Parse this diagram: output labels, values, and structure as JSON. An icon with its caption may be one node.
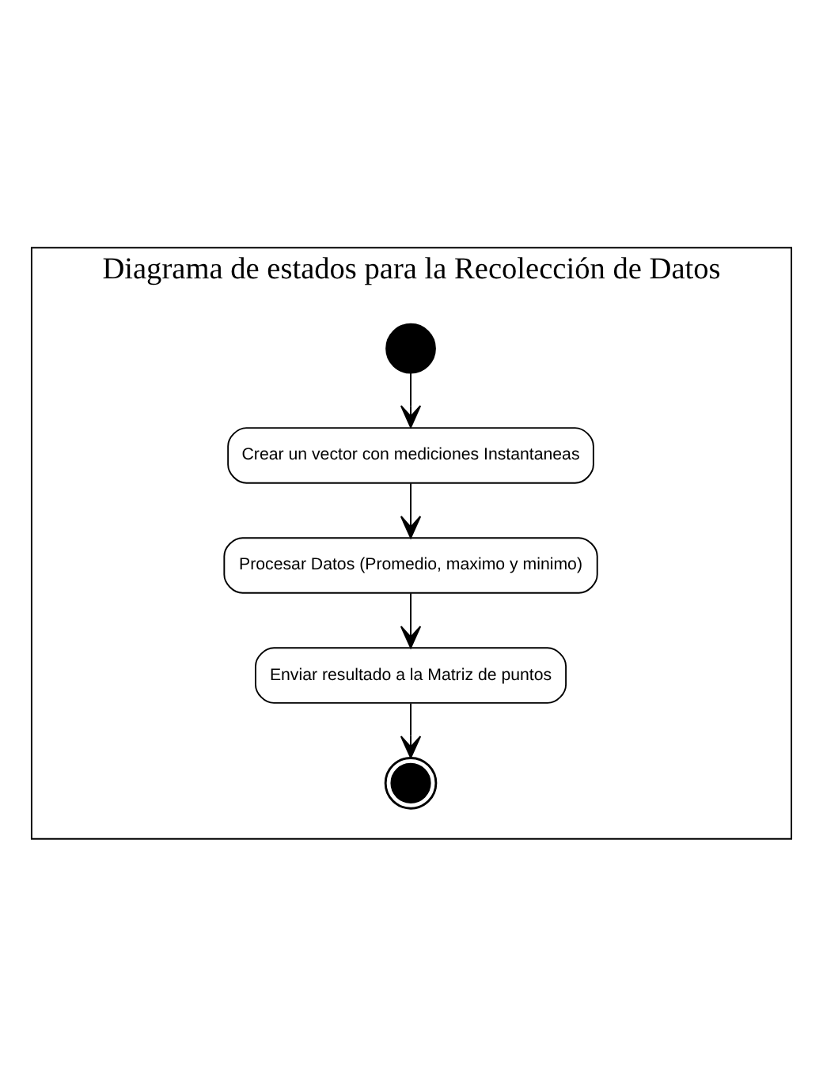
{
  "diagram": {
    "nodes": [
      {
        "text": [
          "Diagrama de estados para la Recolección de Datos"
        ]
      },
      {
        "text": [],
        "shape": "circle",
        "in": 0
      },
      {
        "text": [
          "Crear un vector con mediciones Instantaneas"
        ],
        "in": 0
      },
      {
        "text": [
          "Procesar Datos (Promedio, maximo y minimo)"
        ],
        "in": 0
      },
      {
        "text": [
          "Enviar resultado a la Matriz de puntos"
        ],
        "in": 0
      },
      {
        "text": [],
        "shape": "bullseye",
        "in": 0
      }
    ],
    "edges": [
      {
        "from": 1,
        "to": 2,
        "arrow": "to"
      },
      {
        "from": 2,
        "to": 3,
        "arrow": "to"
      },
      {
        "from": 3,
        "to": 4,
        "arrow": "to"
      },
      {
        "from": 4,
        "to": 5,
        "arrow": "to"
      }
    ]
  }
}
